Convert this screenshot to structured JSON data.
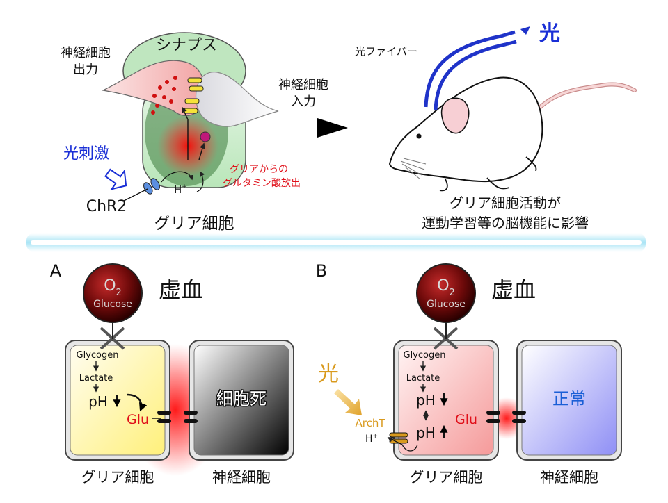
{
  "top_left": {
    "synapse": "シナプス",
    "neuron_output": [
      "神経細胞",
      "出力"
    ],
    "neuron_input": [
      "神経細胞",
      "入力"
    ],
    "light_stimulus": "光刺激",
    "chr2": "ChR2",
    "proton": "H",
    "proton_sup": "+",
    "glia_release": [
      "グリアからの",
      "グルタミン酸放出"
    ],
    "glial_cell": "グリア細胞"
  },
  "top_right": {
    "optical_fiber": "光ファイバー",
    "light": "光",
    "caption": [
      "グリア細胞活動が",
      "運動学習等の脳機能に影響"
    ]
  },
  "panel_a": {
    "letter": "A",
    "o2": "O",
    "o2_sub": "2",
    "glucose": "Glucose",
    "ischemia": "虚血",
    "glycogen": "Glycogen",
    "lactate": "Lactate",
    "ph": "pH",
    "glu": "Glu",
    "cell_death": "細胞死",
    "glial_label": "グリア細胞",
    "neuron_label": "神経細胞"
  },
  "panel_b": {
    "letter": "B",
    "o2": "O",
    "o2_sub": "2",
    "glucose": "Glucose",
    "ischemia": "虚血",
    "light": "光",
    "glycogen": "Glycogen",
    "lactate": "Lactate",
    "ph_down": "pH",
    "ph_up": "pH",
    "glu": "Glu",
    "archt": "ArchT",
    "proton": "H",
    "proton_sup": "+",
    "normal": "正常",
    "glial_label": "グリア細胞",
    "neuron_label": "神経細胞"
  },
  "colors": {
    "light_blue": "#1a2fd6",
    "fiber_blue": "#1f33c9",
    "glu_red": "#e0101a",
    "amber": "#d99a1e",
    "divider_glow": "#a8e4f5"
  }
}
